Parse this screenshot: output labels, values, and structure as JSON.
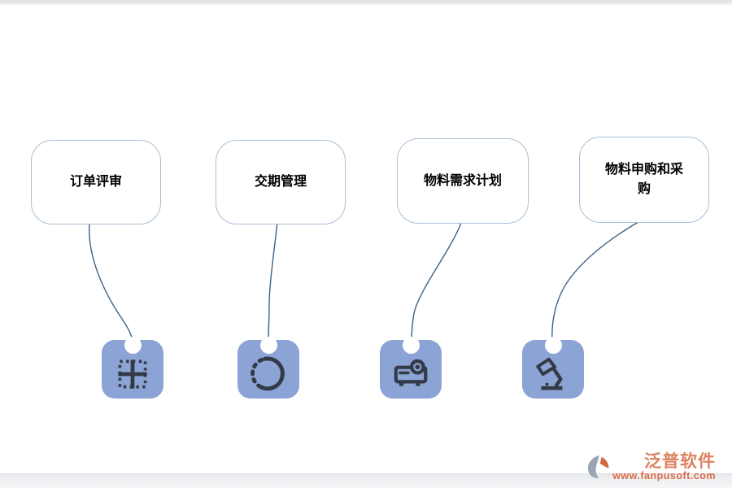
{
  "diagram": {
    "nodes": [
      {
        "id": "order-review",
        "label": "订单评审",
        "icon": "grid-borders-icon"
      },
      {
        "id": "delivery-management",
        "label": "交期管理",
        "icon": "dashed-circle-icon"
      },
      {
        "id": "material-requirements",
        "label": "物料需求计划",
        "icon": "projector-icon"
      },
      {
        "id": "material-requisition",
        "label": "物料申购和采购",
        "icon": "desk-lamp-icon"
      }
    ],
    "colors": {
      "tile_fill": "#8ca3d5",
      "tile_glyph": "#333a46",
      "box_border": "#a9bfd6",
      "connector": "#3f6286",
      "watermark_orange": "#dd6b48"
    }
  },
  "watermark": {
    "brand": "泛普软件",
    "url": "www.fanpusoft.com"
  }
}
